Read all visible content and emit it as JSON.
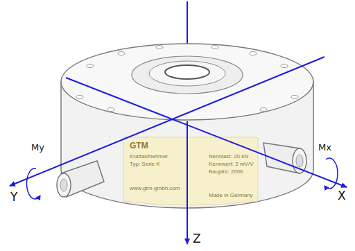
{
  "diagram": {
    "labels": [
      "My",
      "Y",
      "Mx",
      "X",
      "Z",
      "GTM",
      "Kraftaufnehmer",
      "Typ: Serie K",
      "www.gtm-gmbh.com",
      "Nennlast: 20 kN",
      "Kennwert: 2 mV/V",
      "Baujahr: 2006",
      "Made in Germany"
    ]
  }
}
